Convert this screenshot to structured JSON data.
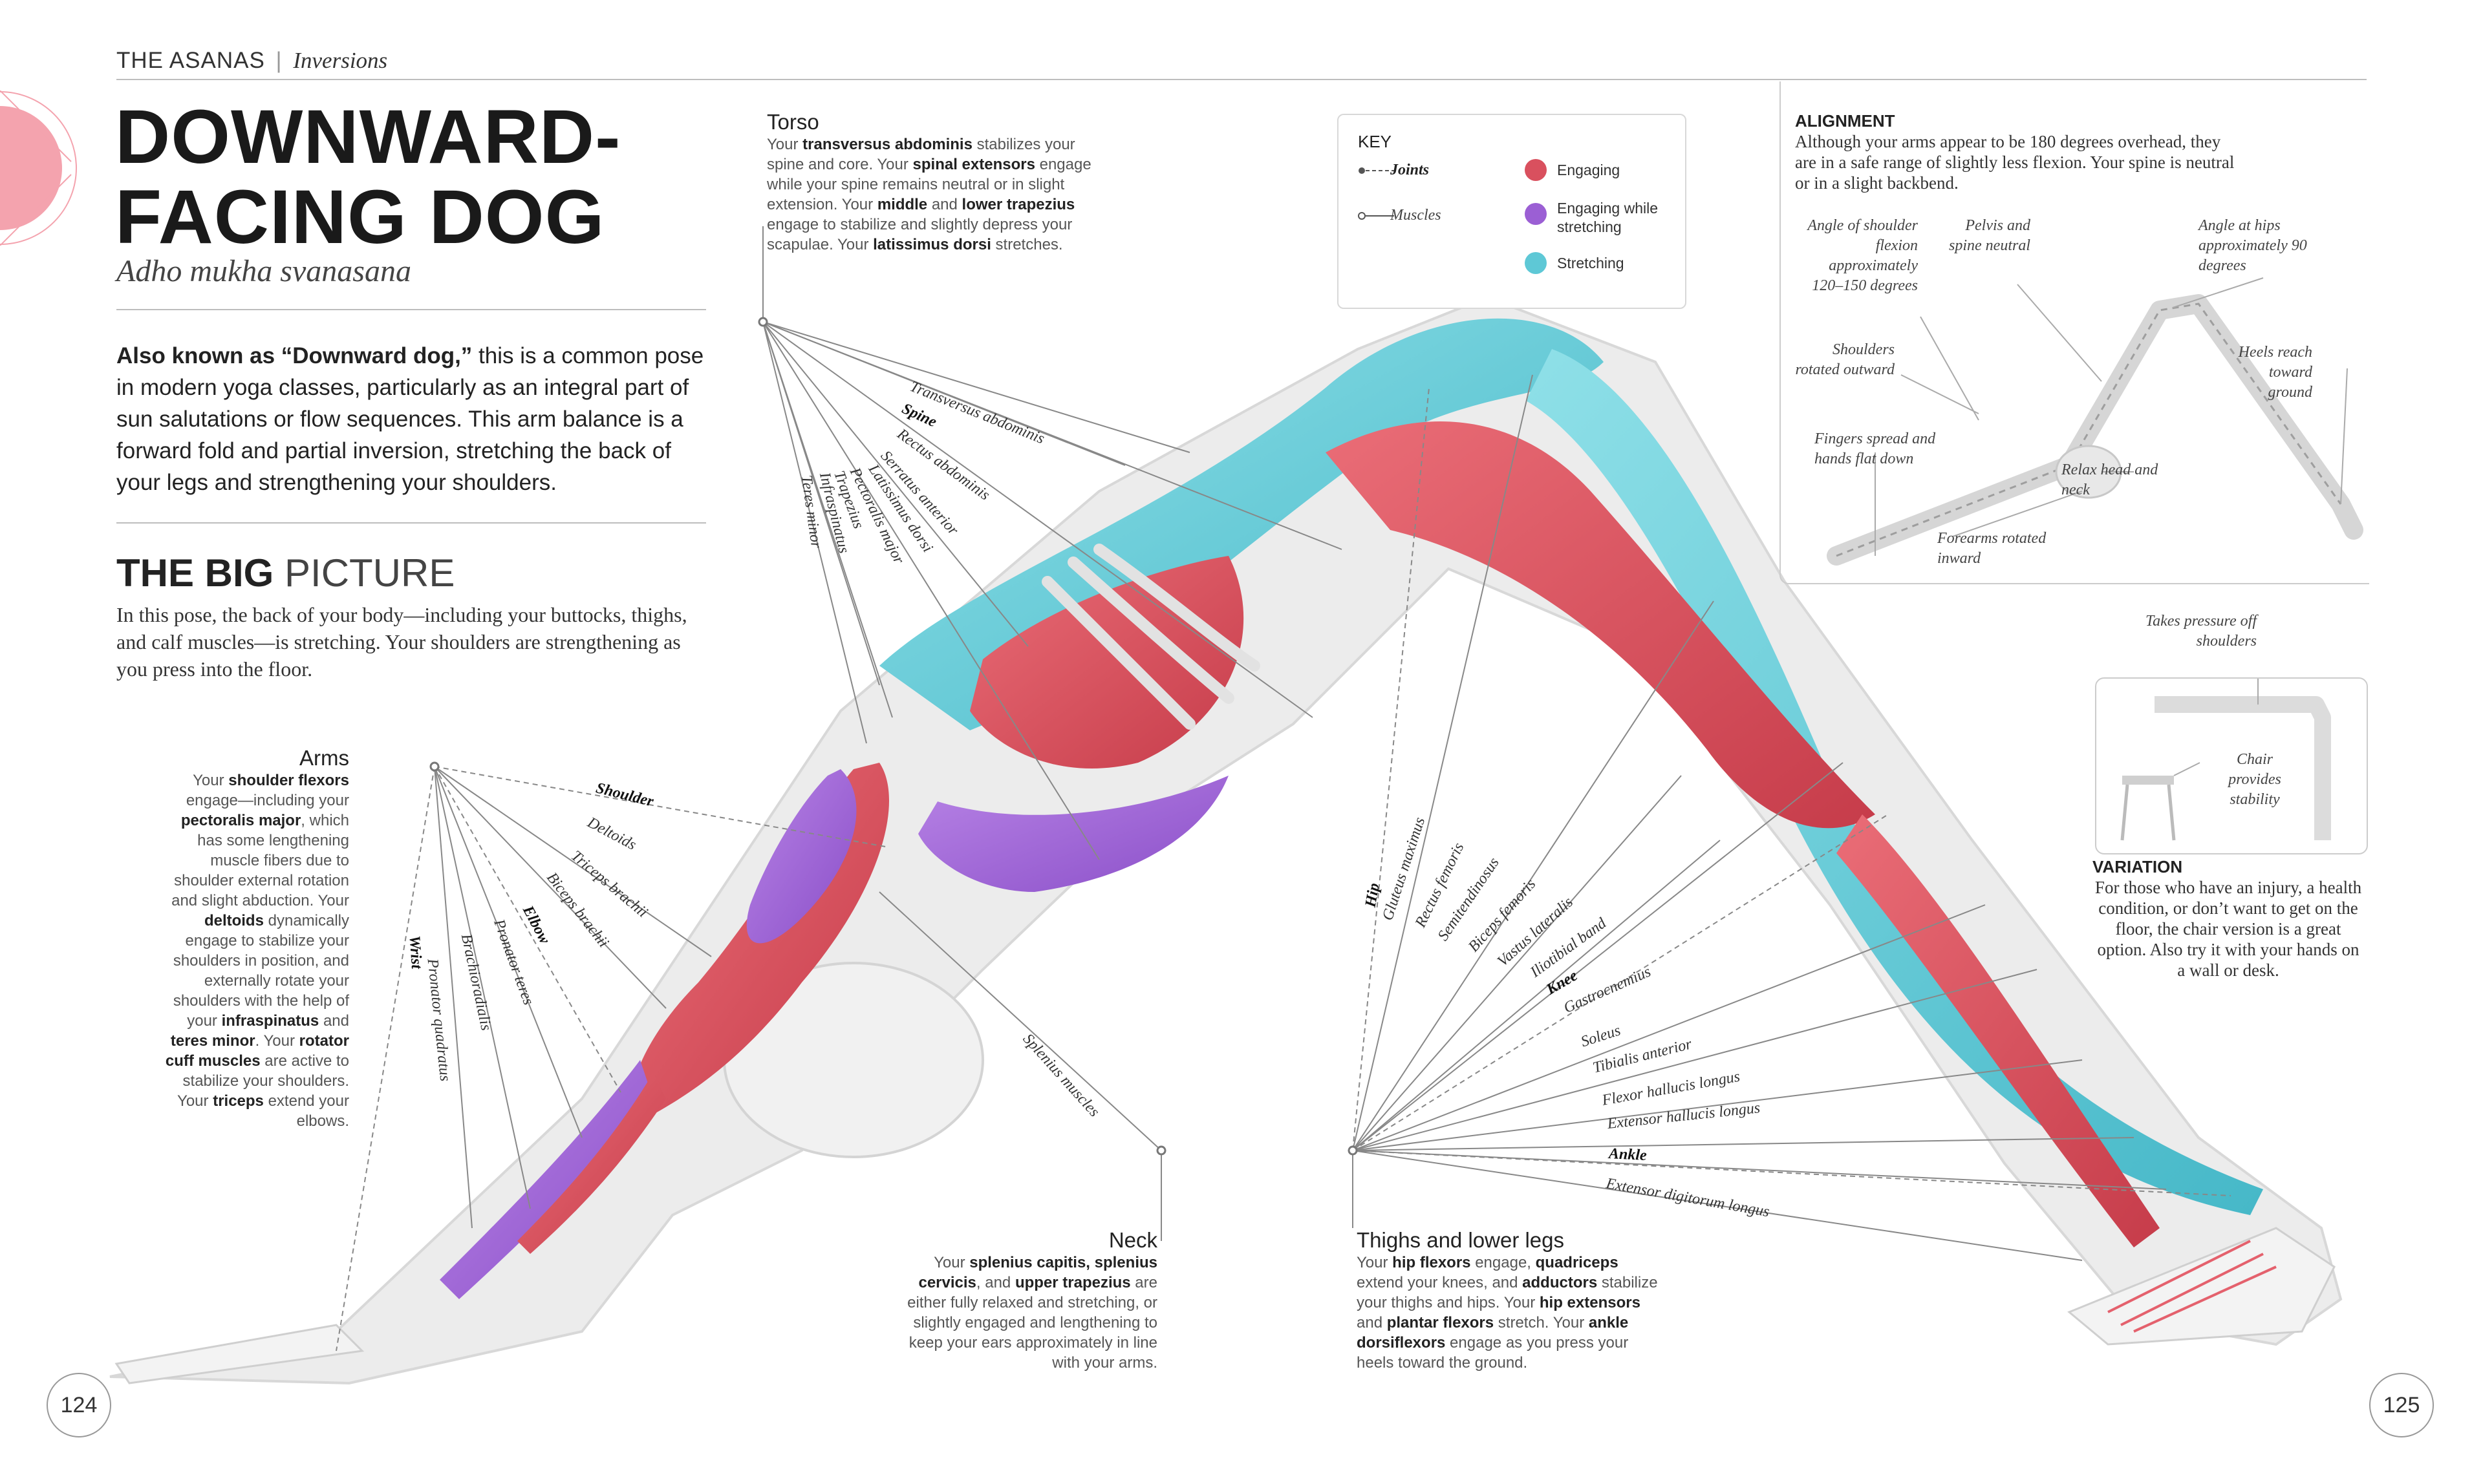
{
  "header": {
    "section": "THE ASANAS",
    "separator": "|",
    "subsection": "Inversions"
  },
  "title": {
    "line1": "DOWNWARD-",
    "line2": "FACING DOG",
    "sanskrit": "Adho mukha svanasana"
  },
  "intro": {
    "lead": "Also known as “Downward dog,”",
    "text": " this is a common pose in modern yoga classes, particularly as an integral part of sun salutations or flow sequences. This arm balance is a forward fold and partial inversion, stretching the back of your legs and strengthening your shoulders."
  },
  "big_picture": {
    "heading_bold": "THE BIG",
    "heading_light": "PICTURE",
    "text": "In this pose, the back of your body—including your buttocks, thighs, and calf muscles—is stretching. Your shoulders are strengthening as you press into the floor."
  },
  "torso": {
    "title": "Torso",
    "text_parts": [
      "Your ",
      "transversus abdominis",
      " stabilizes your spine and core. Your ",
      "spinal extensors",
      " engage while your spine remains neutral or in slight extension. Your ",
      "middle",
      " and ",
      "lower trapezius",
      " engage to stabilize and slightly depress your scapulae. Your ",
      "latissimus dorsi",
      " stretches."
    ]
  },
  "arms": {
    "title": "Arms",
    "text_parts": [
      "Your ",
      "shoulder flexors",
      " engage—including your ",
      "pectoralis major",
      ", which has some lengthening muscle fibers due to shoulder external rotation and slight abduction. Your ",
      "deltoids",
      " dynamically engage to stabilize your shoulders in position, and externally rotate your shoulders with the help of your ",
      "infraspinatus",
      " and ",
      "teres minor",
      ". Your ",
      "rotator cuff muscles",
      " are active to stabilize your shoulders. Your ",
      "triceps",
      " extend your elbows."
    ]
  },
  "neck": {
    "title": "Neck",
    "text_parts": [
      "Your ",
      "splenius capitis, splenius cervicis",
      ", and ",
      "upper trapezius",
      " are either fully relaxed and stretching, or slightly engaged and lengthening to keep your ears approximately in line with your arms."
    ]
  },
  "legs": {
    "title": "Thighs and lower legs",
    "text_parts": [
      "Your ",
      "hip flexors",
      " engage, ",
      "quadriceps",
      " extend your knees, and ",
      "adductors",
      " stabilize your thighs and hips. Your ",
      "hip extensors",
      " and ",
      "plantar flexors",
      " stretch. Your ",
      "ankle dorsiflexors",
      " engage as you press your heels toward the ground."
    ]
  },
  "key": {
    "title": "KEY",
    "joints": "Joints",
    "muscles": "Muscles",
    "engaging": "Engaging",
    "engaging_stretching": "Engaging while stretching",
    "stretching": "Stretching",
    "colors": {
      "engaging": "#d9505e",
      "engaging_stretching": "#9b5fd4",
      "stretching": "#5ec8d6"
    }
  },
  "alignment": {
    "title": "ALIGNMENT",
    "text": "Although your arms appear to be 180 degrees overhead, they are in a safe range of slightly less flexion. Your spine is neutral or in a slight backbend.",
    "notes": {
      "shoulder_flexion": "Angle of shoulder flexion approximately 120–150 degrees",
      "pelvis": "Pelvis and spine neutral",
      "hips": "Angle at hips approximately 90 degrees",
      "shoulders_rotated": "Shoulders rotated outward",
      "fingers": "Fingers spread and hands flat down",
      "relax_head": "Relax head and neck",
      "forearms": "Forearms rotated inward",
      "heels": "Heels reach toward ground"
    }
  },
  "variation": {
    "title": "VARIATION",
    "takes_pressure": "Takes pressure off shoulders",
    "chair_note": "Chair provides stability",
    "text": "For those who have an injury, a health condition, or don’t want to get on the floor, the chair version is a great option. Also try it with your hands on a wall or desk."
  },
  "labels": {
    "torso": [
      "Transversus abdominis",
      "Spine",
      "Rectus abdominis",
      "Serratus anterior",
      "Latissimus dorsi",
      "Pectoralis major",
      "Trapezius",
      "Infraspinatus",
      "Teres minor"
    ],
    "arms": [
      "Shoulder",
      "Deltoids",
      "Triceps brachii",
      "Biceps brachii",
      "Elbow",
      "Pronator teres",
      "Brachioradialis",
      "Pronator quadratus",
      "Wrist"
    ],
    "neck": "Splenius muscles",
    "legs": [
      "Hip",
      "Gluteus maximus",
      "Rectus femoris",
      "Semitendinosus",
      "Biceps femoris",
      "Vastus lateralis",
      "Iliotibial band",
      "Knee",
      "Gastrocnemius",
      "Soleus",
      "Tibialis anterior",
      "Flexor hallucis longus",
      "Extensor hallucis longus",
      "Ankle",
      "Extensor digitorum longus"
    ]
  },
  "pages": {
    "left": "124",
    "right": "125"
  }
}
